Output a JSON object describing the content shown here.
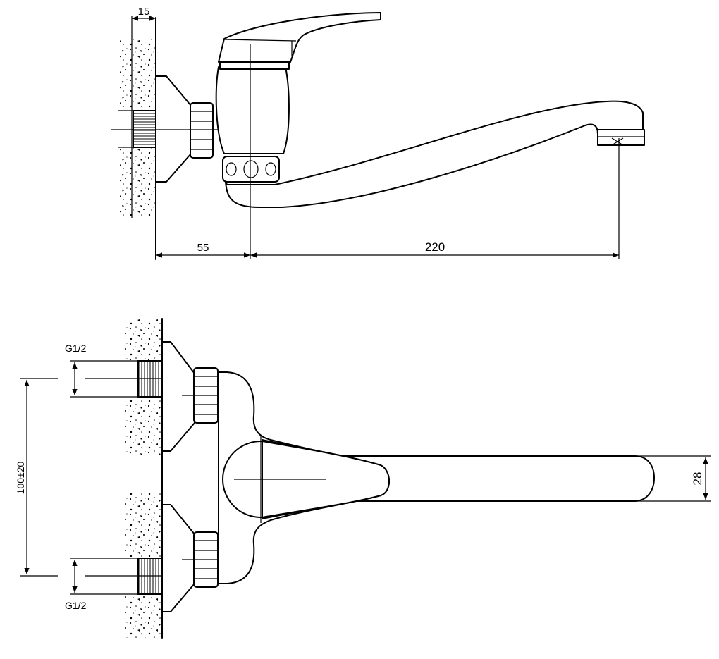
{
  "dimensions": {
    "wall_thickness": "15",
    "wall_to_body": "55",
    "spout_reach": "220",
    "inlet_spacing": "100±20",
    "spout_width": "28"
  },
  "threads": {
    "upper_inlet": "G1/2",
    "lower_inlet": "G1/2"
  }
}
